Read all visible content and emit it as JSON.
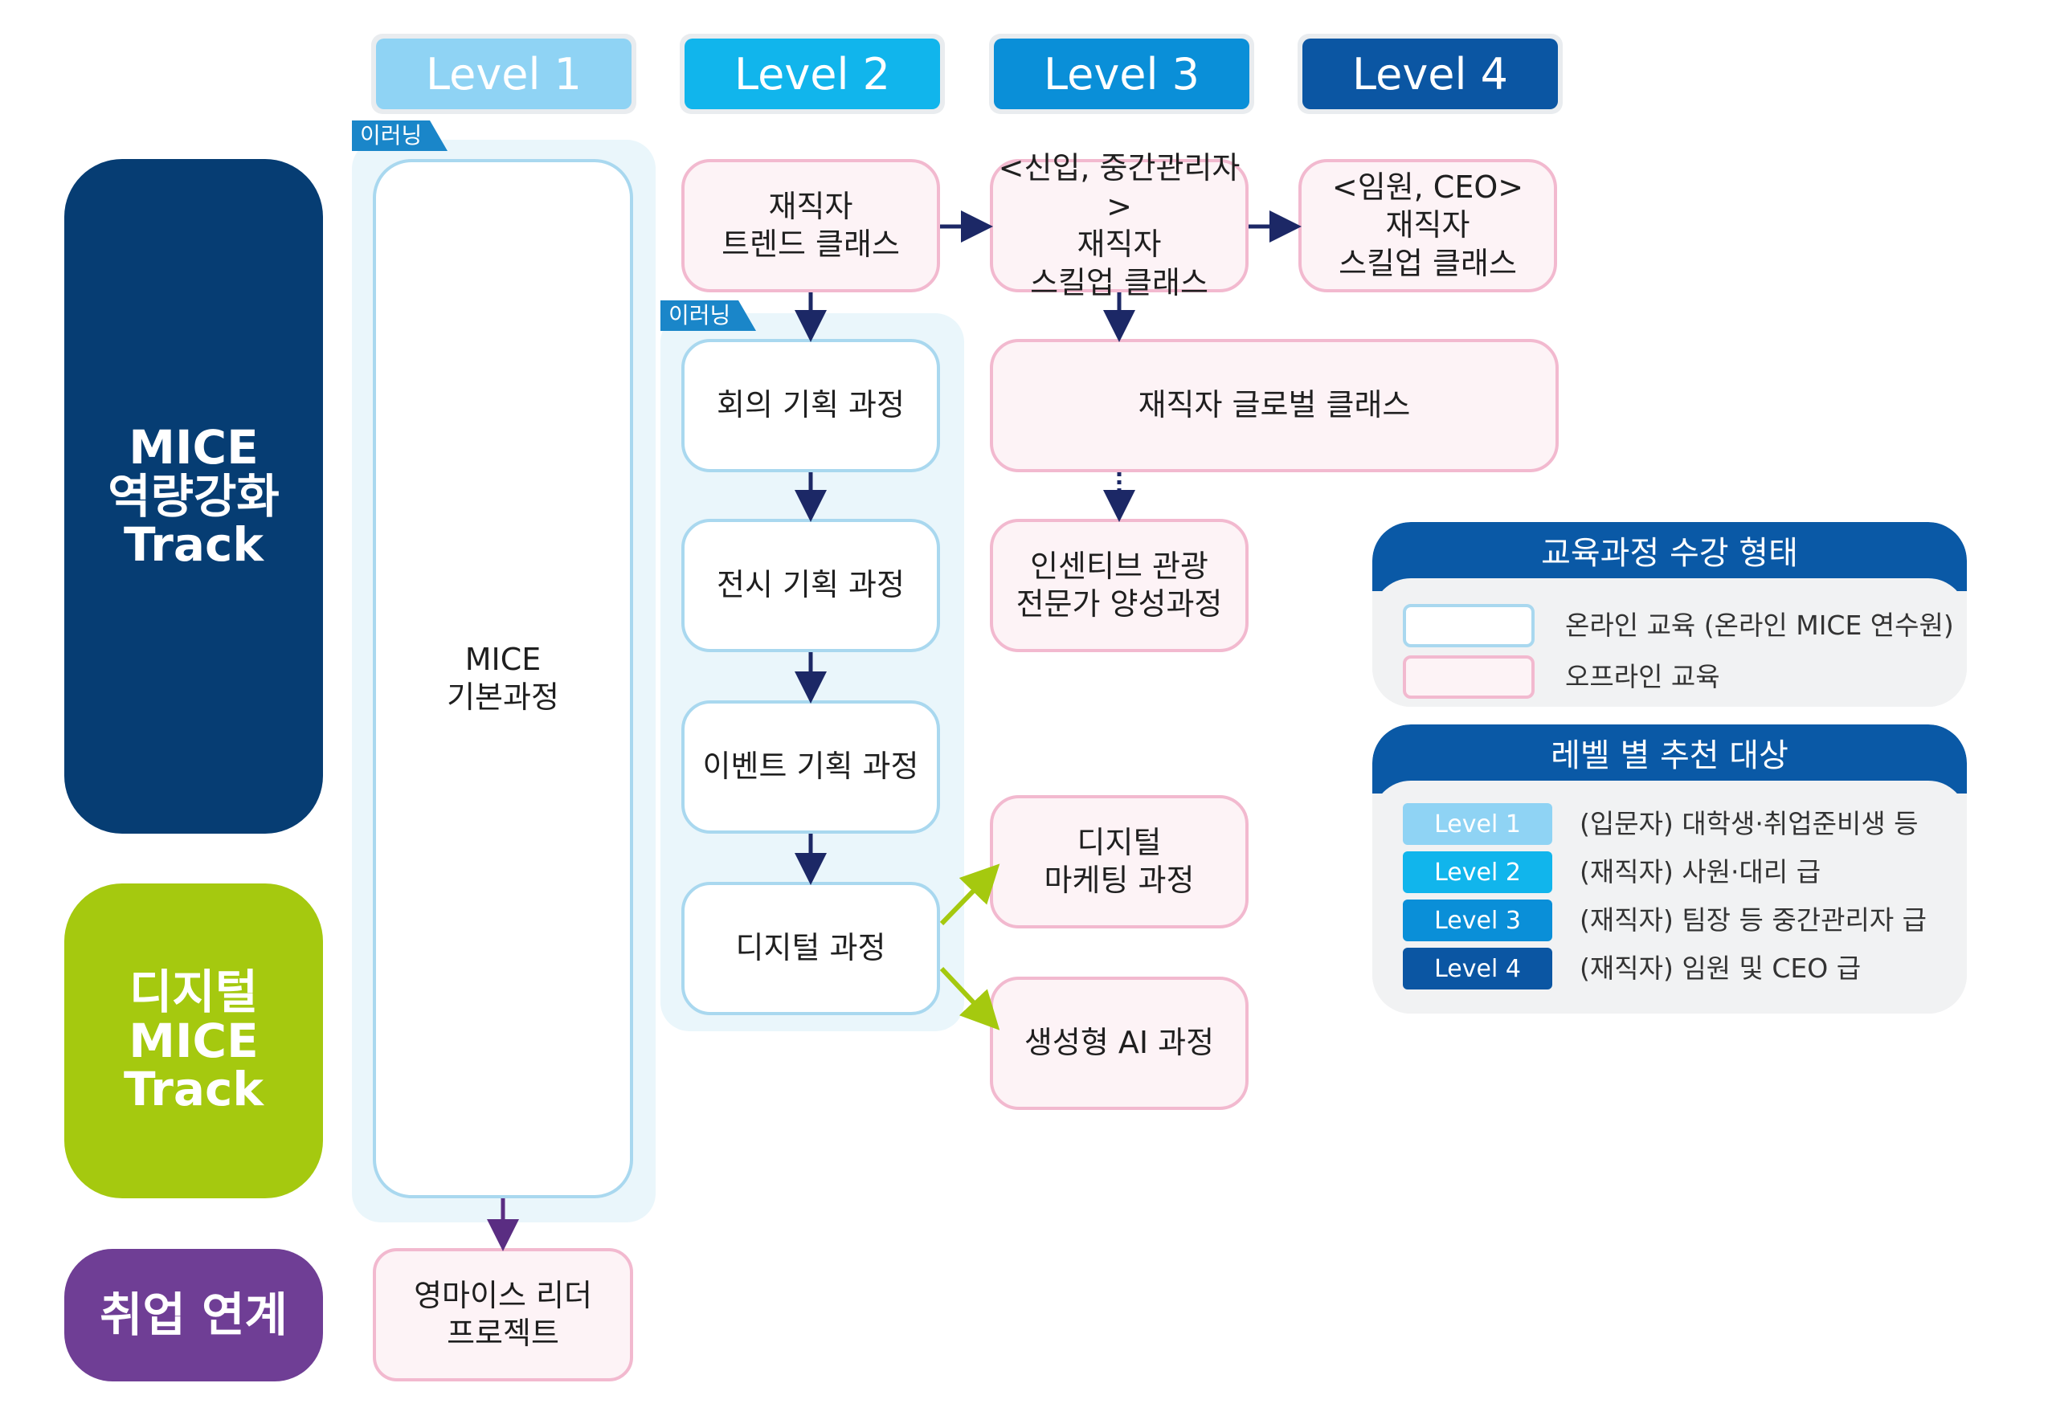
{
  "levels": [
    {
      "label": "Level 1",
      "color": "#8fd3f4"
    },
    {
      "label": "Level 2",
      "color": "#11b5ec"
    },
    {
      "label": "Level 3",
      "color": "#0a8fd8"
    },
    {
      "label": "Level 4",
      "color": "#0b56a3"
    }
  ],
  "tracks": {
    "mice": "MICE\n역량강화\nTrack",
    "digital": "디지털\nMICE\nTrack",
    "job": "취업 연계"
  },
  "elearning_tag": "이러닝",
  "boxes": {
    "mice_basic": "MICE\n기본과정",
    "young_mice": "영마이스 리더\n프로젝트",
    "trend": "재직자\n트렌드 클래스",
    "skillup_mid": "<신입, 중간관리자>\n재직자\n스킬업 클래스",
    "skillup_exec": "<임원, CEO>\n재직자\n스킬업 클래스",
    "meeting": "회의 기획 과정",
    "exhibit": "전시 기획 과정",
    "event": "이벤트 기획 과정",
    "digital": "디지털 과정",
    "global": "재직자 글로벌 클래스",
    "incentive": "인센티브 관광\n전문가 양성과정",
    "marketing": "디지털\n마케팅 과정",
    "genai": "생성형 AI 과정"
  },
  "legend_mode": {
    "title": "교육과정 수강 형태",
    "online": "온라인 교육 (온라인 MICE 연수원)",
    "offline": "오프라인 교육"
  },
  "legend_level": {
    "title": "레벨 별 추천 대상",
    "rows": [
      {
        "level": "Level 1",
        "desc": "(입문자) 대학생·취업준비생 등"
      },
      {
        "level": "Level 2",
        "desc": "(재직자) 사원·대리 급"
      },
      {
        "level": "Level 3",
        "desc": "(재직자) 팀장 등 중간관리자 급"
      },
      {
        "level": "Level 4",
        "desc": "(재직자) 임원 및 CEO 급"
      }
    ]
  },
  "colors": {
    "mice_track": "#063d73",
    "digital_track": "#a5c90f",
    "job_track": "#6f3e95",
    "arrow_dark": "#1c2866",
    "arrow_green": "#a5c90f",
    "arrow_purple": "#5a2d82",
    "online_border": "#a9d8ef",
    "offline_border": "#f2b9cf"
  }
}
